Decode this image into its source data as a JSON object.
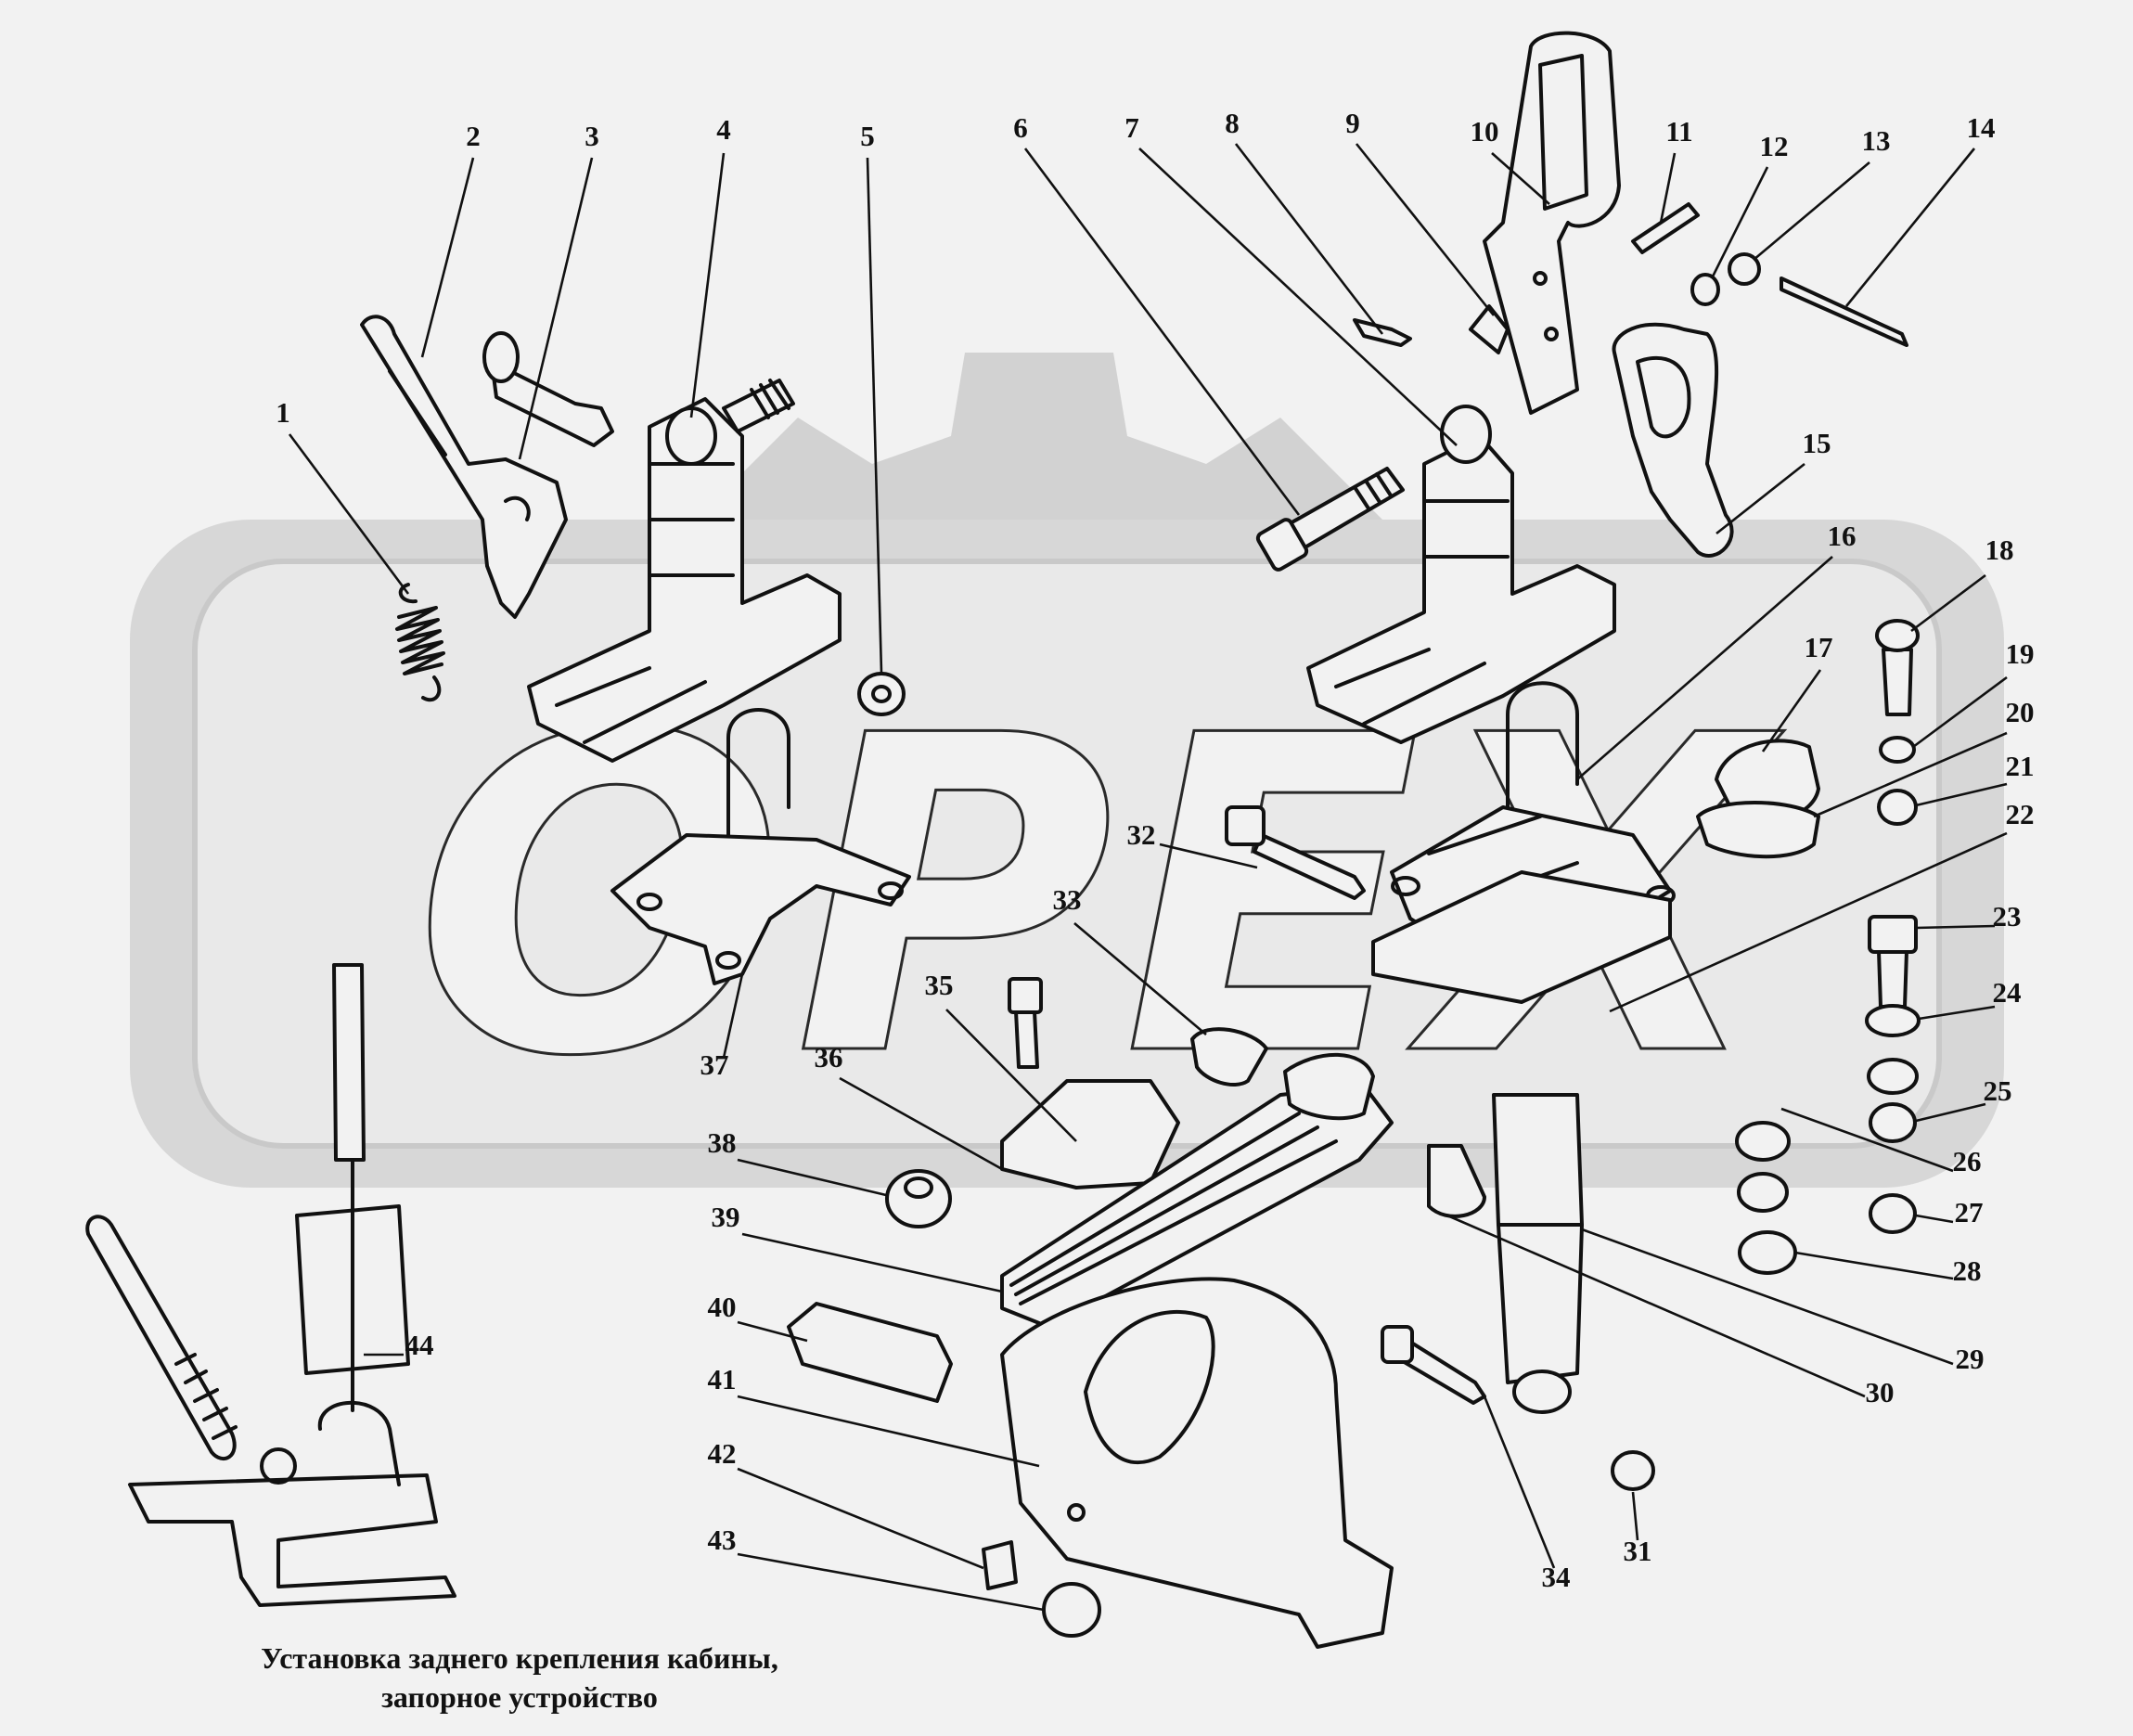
{
  "caption": {
    "line1": "Установка заднего крепления кабины,",
    "line2": "запорное устройство"
  },
  "watermark": {
    "text": "OPEX",
    "color": "#c8c8c8"
  },
  "callouts": [
    "1",
    "2",
    "3",
    "4",
    "5",
    "6",
    "7",
    "8",
    "9",
    "10",
    "11",
    "12",
    "13",
    "14",
    "15",
    "16",
    "17",
    "18",
    "19",
    "20",
    "21",
    "22",
    "23",
    "24",
    "25",
    "26",
    "27",
    "28",
    "29",
    "30",
    "31",
    "32",
    "33",
    "34",
    "35",
    "36",
    "37",
    "38",
    "39",
    "40",
    "41",
    "42",
    "43",
    "44"
  ]
}
